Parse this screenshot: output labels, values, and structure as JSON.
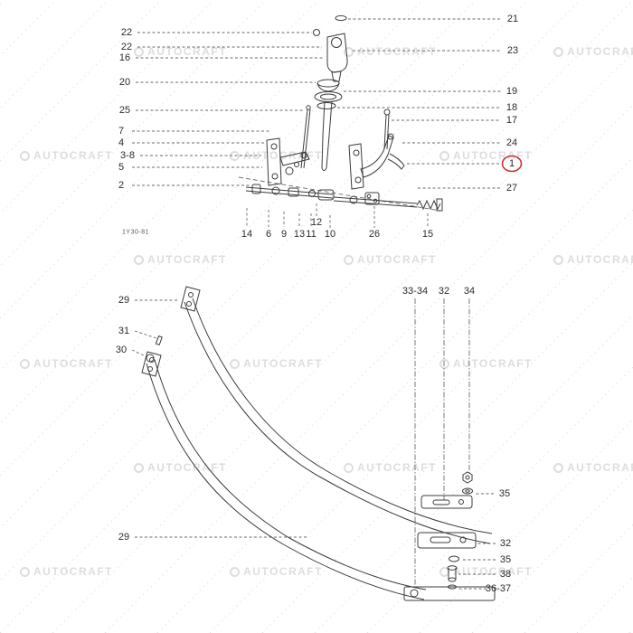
{
  "watermark": {
    "text": "AUTOCRAFT",
    "logo": "ring-logo",
    "color": "#c3c3c3"
  },
  "top_diagram": {
    "drawing_code": "1Y30-81",
    "highlight_color": "#c83333",
    "callouts_left": [
      {
        "label": "22"
      },
      {
        "label": "22"
      },
      {
        "label": "16"
      },
      {
        "label": "20"
      },
      {
        "label": "25"
      },
      {
        "label": "7"
      },
      {
        "label": "4"
      },
      {
        "label": "3-8"
      },
      {
        "label": "5"
      },
      {
        "label": "2"
      }
    ],
    "callouts_right": [
      {
        "label": "21"
      },
      {
        "label": "23"
      },
      {
        "label": "19"
      },
      {
        "label": "18"
      },
      {
        "label": "17"
      },
      {
        "label": "24"
      },
      {
        "label": "1",
        "highlighted": true
      },
      {
        "label": "27"
      }
    ],
    "callouts_bottom": [
      {
        "label": "14"
      },
      {
        "label": "6"
      },
      {
        "label": "9"
      },
      {
        "label": "13"
      },
      {
        "label": "12"
      },
      {
        "label": "11"
      },
      {
        "label": "10"
      },
      {
        "label": "26"
      },
      {
        "label": "15"
      }
    ]
  },
  "bottom_diagram": {
    "callouts_left": [
      {
        "label": "29"
      },
      {
        "label": "31"
      },
      {
        "label": "30"
      },
      {
        "label": "29"
      }
    ],
    "callouts_top": [
      {
        "label": "33-34"
      },
      {
        "label": "32"
      },
      {
        "label": "34"
      }
    ],
    "callouts_right": [
      {
        "label": "35"
      },
      {
        "label": "32"
      },
      {
        "label": "35"
      },
      {
        "label": "38"
      },
      {
        "label": "36-37"
      }
    ]
  }
}
